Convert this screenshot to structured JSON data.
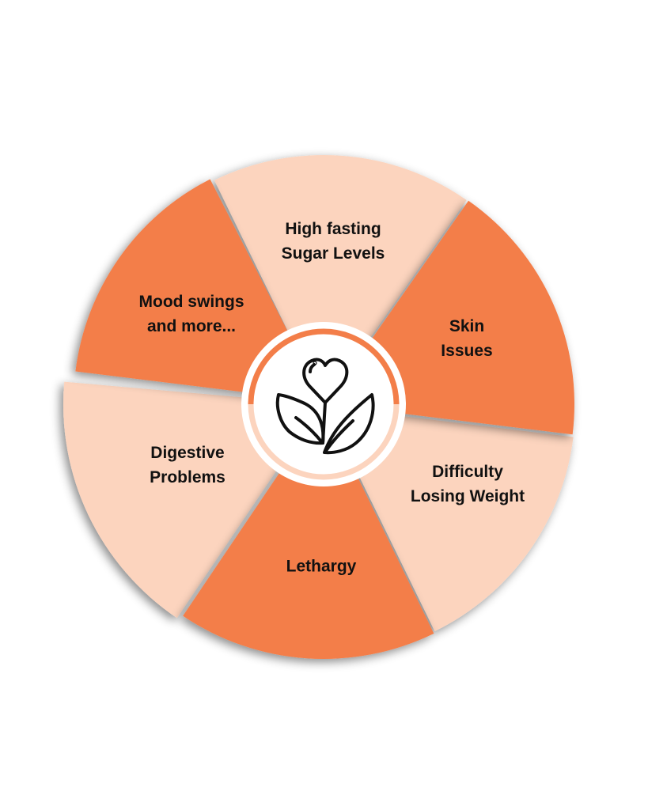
{
  "diagram": {
    "center_icon": "heart-sprout-icon",
    "colors": {
      "dark": "#F37E49",
      "light": "#FCD4BE",
      "ring_dark": "#F37E49",
      "ring_light": "#FCD4BE"
    },
    "segments": [
      {
        "line1": "High fasting",
        "line2": "Sugar Levels",
        "tone": "light"
      },
      {
        "line1": "Skin",
        "line2": "Issues",
        "tone": "dark"
      },
      {
        "line1": "Difficulty",
        "line2": "Losing Weight",
        "tone": "light"
      },
      {
        "line1": "Lethargy",
        "line2": "",
        "tone": "dark"
      },
      {
        "line1": "Digestive",
        "line2": "Problems",
        "tone": "light"
      },
      {
        "line1": "Mood swings",
        "line2": "and more...",
        "tone": "dark"
      }
    ]
  }
}
